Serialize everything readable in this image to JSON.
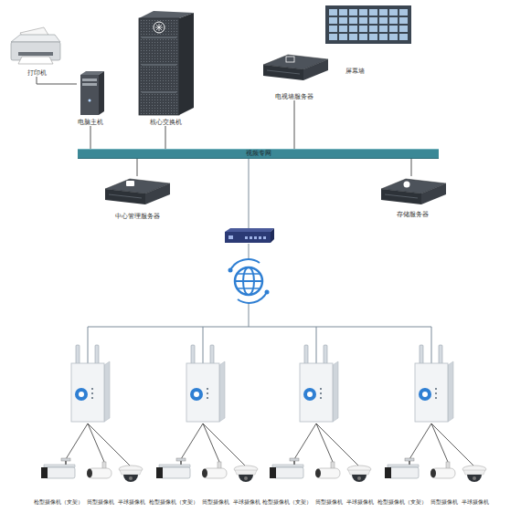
{
  "diagram": {
    "nodes": [
      {
        "text": [
          "打印机"
        ]
      },
      {
        "text": [
          "电脑主机"
        ]
      },
      {
        "text": [
          "核心交换机"
        ]
      },
      {
        "text": [
          "屏幕墙"
        ]
      },
      {
        "text": [
          "电视墙服务器"
        ]
      },
      {
        "text": [
          "视频专网"
        ]
      },
      {
        "text": [
          "中心管理服务器"
        ]
      },
      {
        "text": [
          "存储服务器"
        ]
      },
      {
        "text": [
          "枪型摄像机（支架）"
        ]
      },
      {
        "text": [
          "筒型摄像机"
        ]
      },
      {
        "text": [
          "半球摄像机"
        ]
      },
      {
        "text": [
          "枪型摄像机（支架）"
        ]
      },
      {
        "text": [
          "筒型摄像机"
        ]
      },
      {
        "text": [
          "半球摄像机"
        ]
      },
      {
        "text": [
          "枪型摄像机（支架）"
        ]
      },
      {
        "text": [
          "筒型摄像机"
        ]
      },
      {
        "text": [
          "半球摄像机"
        ]
      },
      {
        "text": [
          "枪型摄像机（支架）"
        ]
      },
      {
        "text": [
          "筒型摄像机"
        ]
      },
      {
        "text": [
          "半球摄像机"
        ]
      }
    ],
    "edges": [
      {
        "from": 0,
        "to": 1,
        "arrow": "none"
      },
      {
        "from": 1,
        "to": 5,
        "arrow": "none"
      },
      {
        "from": 2,
        "to": 5,
        "arrow": "none"
      },
      {
        "from": 4,
        "to": 5,
        "arrow": "none"
      },
      {
        "from": 6,
        "to": 5,
        "arrow": "none"
      },
      {
        "from": 7,
        "to": 5,
        "arrow": "none"
      }
    ]
  }
}
